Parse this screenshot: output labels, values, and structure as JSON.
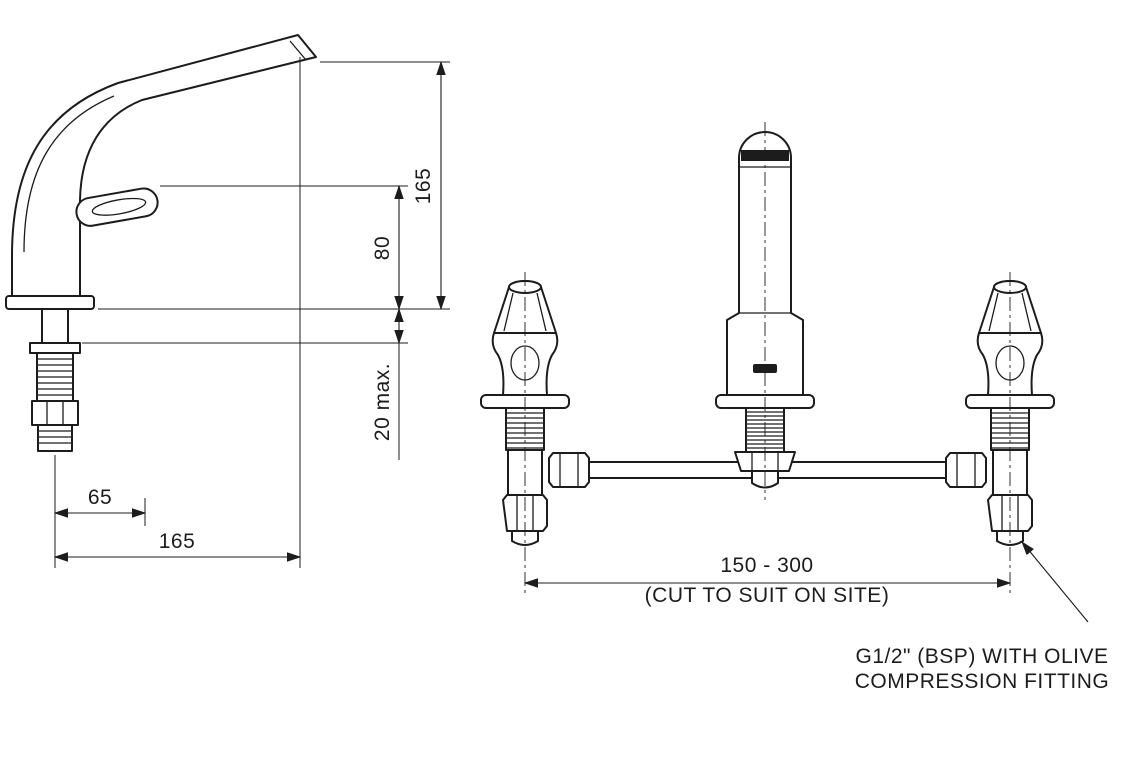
{
  "meta": {
    "title": "Tap installation technical drawing"
  },
  "colors": {
    "line": "#1c1c1c",
    "background": "#ffffff"
  },
  "side_view": {
    "dim_height_total": "165",
    "dim_handle_height": "80",
    "dim_deck_max": "20 max.",
    "dim_handle_reach": "65",
    "dim_spout_reach": "165"
  },
  "front_view": {
    "dim_pipe_range": "150 - 300",
    "dim_pipe_note": "(CUT TO SUIT ON SITE)",
    "note_fitting_1": "G1/2\" (BSP) WITH OLIVE",
    "note_fitting_2": "COMPRESSION FITTING"
  }
}
